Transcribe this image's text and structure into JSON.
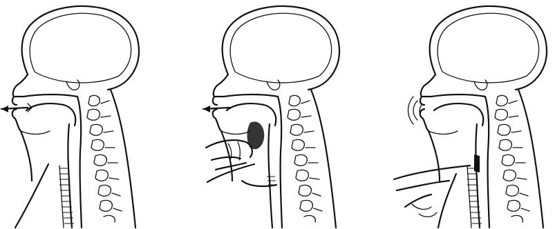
{
  "figure": {
    "panels": [
      {
        "id": "panel-1",
        "icons": [
          "head-sagittal-section-icon",
          "airflow-arrow-icon",
          "spine-icon",
          "trachea-icon"
        ]
      },
      {
        "id": "panel-2",
        "icons": [
          "head-sagittal-section-icon",
          "airflow-arrow-icon",
          "hand-icon",
          "spine-icon"
        ]
      },
      {
        "id": "panel-3",
        "icons": [
          "head-sagittal-section-icon",
          "sound-waves-icon",
          "hand-icon",
          "spine-icon",
          "trachea-icon"
        ]
      }
    ],
    "colors": {
      "ink": "#111111",
      "background": "#ffffff"
    }
  }
}
